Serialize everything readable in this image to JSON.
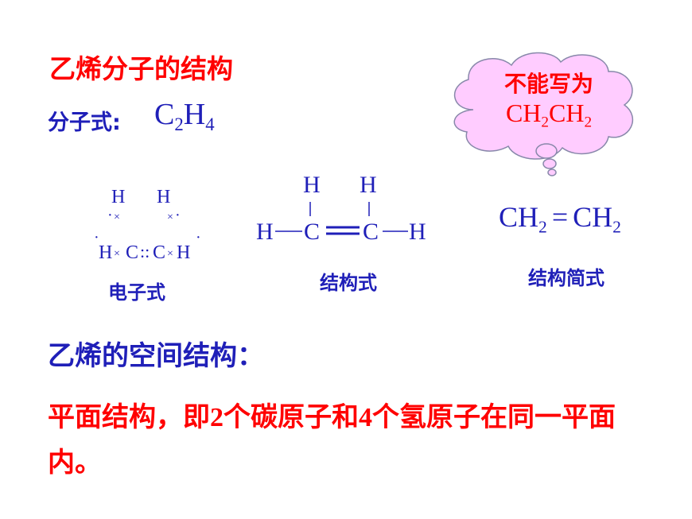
{
  "title": "乙烯分子的结构",
  "molecular_formula": {
    "label": "分子式:",
    "value_main": "C",
    "value_sub1": "2",
    "value_mid": "H",
    "value_sub2": "4"
  },
  "callout": {
    "title": "不能写为",
    "formula_a": "CH",
    "formula_a_sub": "2",
    "formula_b": "CH",
    "formula_b_sub": "2"
  },
  "electron_formula": {
    "caption": "电子式",
    "h_top_left": "H",
    "h_top_right": "H",
    "h_left": "H",
    "c_left": "C",
    "c_right": "C",
    "h_right": "H",
    "dot": "·",
    "cross": "×",
    "double_pair": "::"
  },
  "structural_formula": {
    "caption": "结构式",
    "h": "H",
    "c": "C"
  },
  "simplified_formula": {
    "caption": "结构简式",
    "part_a": "CH",
    "part_a_sub": "2",
    "bond": "=",
    "part_b": "CH",
    "part_b_sub": "2"
  },
  "spatial_heading": "乙烯的空间结构：",
  "description": {
    "text_1": "平面结构，即",
    "num_1": "2",
    "text_2": "个碳原子和",
    "num_2": "4",
    "text_3": "个氢原子在同一平面内。"
  },
  "colors": {
    "heading_red": "#ff0000",
    "body_blue": "#1f1fb8",
    "cloud_fill": "#ffccff",
    "cloud_stroke": "#8888aa"
  }
}
